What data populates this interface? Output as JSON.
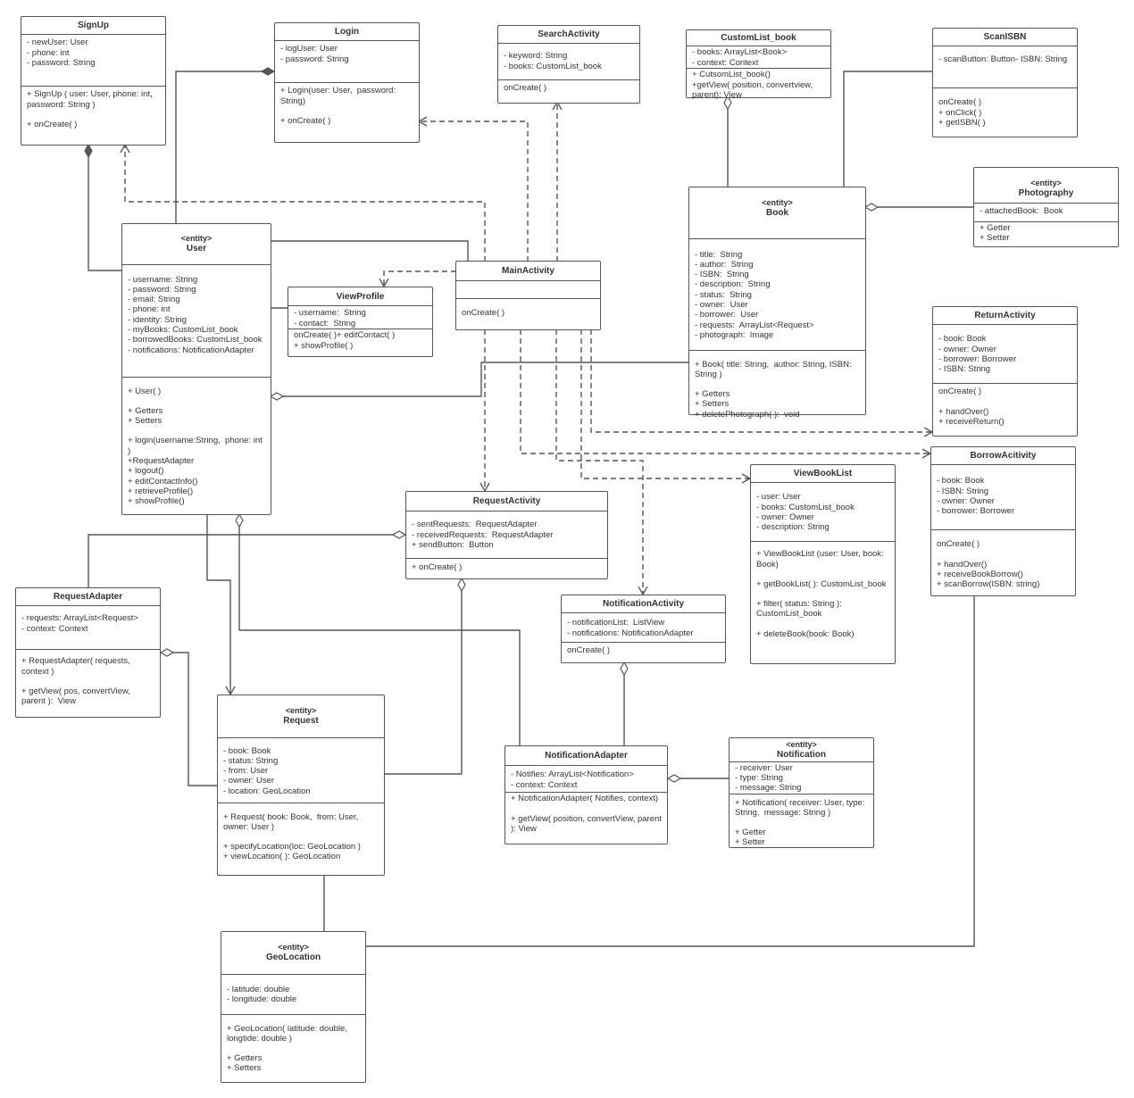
{
  "classes": {
    "signup": {
      "stereotype": "",
      "name": "SignUp",
      "attributes": [
        "- newUser: User",
        "- phone: int",
        "- password: String"
      ],
      "operations": [
        "+ SignUp ( user: User, phone: int, password: String )",
        "",
        "+ onCreate( )"
      ]
    },
    "login": {
      "stereotype": "",
      "name": "Login",
      "attributes": [
        "- logUser: User",
        "- password: String"
      ],
      "operations": [
        "+ Login(user: User,  password: String)",
        "",
        "+ onCreate( )"
      ]
    },
    "search": {
      "stereotype": "",
      "name": "SearchActivity",
      "attributes": [
        "- keyword: String",
        "- books: CustomList_book"
      ],
      "operations": [
        "onCreate( )"
      ]
    },
    "customlist": {
      "stereotype": "",
      "name": "CustomList_book",
      "attributes": [
        "- books: ArrayList<Book>",
        "- context: Context"
      ],
      "operations": [
        "+ CutsomList_book()",
        "+getView( position, convertview, parent): View"
      ]
    },
    "scanisbn": {
      "stereotype": "",
      "name": "ScanISBN",
      "attributes": [
        "- scanButton: Button- ISBN: String"
      ],
      "operations": [
        "onCreate( )",
        "+ onClick( )",
        "+ getISBN( )"
      ]
    },
    "photography": {
      "stereotype": "<entity>",
      "name": "Photography",
      "attributes": [
        "- attachedBook:  Book"
      ],
      "operations": [
        "+ Getter",
        "+ Setter"
      ]
    },
    "user": {
      "stereotype": "<entity>",
      "name": "User",
      "attributes": [
        "- username: String",
        "- password: String",
        "- email: String",
        "- phone: int",
        "- identity: String",
        "- myBooks: CustomList_book",
        "- borrowedBooks: CustomList_book",
        "- notifications: NotificationAdapter"
      ],
      "operations": [
        "+ User( )",
        "",
        "+ Getters",
        "+ Setters",
        "",
        "+ login(username:String,  phone: int )",
        "+RequestAdapter",
        "+ logout()",
        "+ editContactInfo()",
        "+ retrieveProfile()",
        "+ showProfile()"
      ]
    },
    "main": {
      "stereotype": "",
      "name": "MainActivity",
      "attributes": [
        ""
      ],
      "operations": [
        "onCreate( )"
      ]
    },
    "viewprofile": {
      "stereotype": "",
      "name": "ViewProfile",
      "attributes": [
        "- username:  String",
        "- contact:  String"
      ],
      "operations": [
        "onCreate( )+ editContact( )",
        "+ showProfile( )"
      ]
    },
    "book": {
      "stereotype": "<entity>",
      "name": "Book",
      "attributes": [
        "- title:  String",
        "- author:  String",
        "- ISBN:  String",
        "- description:  String",
        "- status:  String",
        "- owner:  User",
        "- borrower:  User",
        "- requests:  ArrayList<Request>",
        "- photograph:  Image"
      ],
      "operations": [
        "+ Book( title: String,  author: String, ISBN: String )",
        "",
        "+ Getters",
        "+ Setters",
        "+ deletePhotograph( ):  void"
      ]
    },
    "return": {
      "stereotype": "",
      "name": "ReturnActivity",
      "attributes": [
        "- book: Book",
        "- owner: Owner",
        "- borrower: Borrower",
        "- ISBN: String"
      ],
      "operations": [
        "onCreate( )",
        "",
        "+ handOver()",
        "+ receiveReturn()"
      ]
    },
    "borrow": {
      "stereotype": "",
      "name": "BorrowAcitivity",
      "attributes": [
        "- book: Book",
        "- ISBN: String",
        "- owner: Owner",
        "- borrower: Borrower"
      ],
      "operations": [
        "onCreate( )",
        "",
        "+ handOver()",
        "+ receiveBookBorrow()",
        "+ scanBorrow(ISBN: string)"
      ]
    },
    "viewbooklist": {
      "stereotype": "",
      "name": "ViewBookList",
      "attributes": [
        "- user: User",
        "- books: CustomList_book",
        "- owner: Owner",
        "- description: String"
      ],
      "operations": [
        "+ ViewBookList (user: User, book: Book)",
        "",
        "+ getBookList( ): CustomList_book",
        "",
        "+ filter( status: String ): CustomList_book",
        "",
        "+ deleteBook(book: Book)"
      ]
    },
    "requestact": {
      "stereotype": "",
      "name": "RequestActivity",
      "attributes": [
        "- sentRequests:  RequestAdapter",
        "- receivedRequests:  RequestAdapter",
        "+ sendButton:  Button"
      ],
      "operations": [
        "+ onCreate( )"
      ]
    },
    "requestadapter": {
      "stereotype": "",
      "name": "RequestAdapter",
      "attributes": [
        "- requests: ArrayList<Request>",
        "- context: Context"
      ],
      "operations": [
        "+ RequestAdapter( requests, context )",
        "",
        "+ getView( pos, convertView, parent ):  View"
      ]
    },
    "notifact": {
      "stereotype": "",
      "name": "NotificationActivity",
      "attributes": [
        "- notificationList:  ListView",
        "- notifications: NotificationAdapter"
      ],
      "operations": [
        "onCreate( )"
      ]
    },
    "request": {
      "stereotype": "<entity>",
      "name": "Request",
      "attributes": [
        "- book: Book",
        "- status: String",
        "- from: User",
        "- owner: User",
        "- location: GeoLocation"
      ],
      "operations": [
        "+ Request( book: Book,  from: User, owner: User )",
        "",
        "+ specifyLocation(loc: GeoLocation )",
        "+ viewLocation( ): GeoLocation"
      ]
    },
    "notifadapter": {
      "stereotype": "",
      "name": "NotificationAdapter",
      "attributes": [
        "- Notifies: ArrayList<Notification>",
        "- context: Context"
      ],
      "operations": [
        "+ NotificationAdapter( Notifies, context)",
        "",
        "+ getView( position, convertView, parent ): View"
      ]
    },
    "notification": {
      "stereotype": "<entity>",
      "name": "Notification",
      "attributes": [
        "- receiver: User",
        "- type: String",
        "- message: String"
      ],
      "operations": [
        "+ Notification( receiver: User, type: String,  message: String )",
        "",
        "+ Getter",
        "+ Setter"
      ]
    },
    "geolocation": {
      "stereotype": "<entity>",
      "name": "GeoLocation",
      "attributes": [
        "- latitude: double",
        "- longitude: double"
      ],
      "operations": [
        "+ GeoLocation( latitude: double, longtide: double )",
        "",
        "+ Getters",
        "+ Setters"
      ]
    }
  },
  "colors": {
    "line": "#555555",
    "text": "#333333",
    "background": "#ffffff"
  }
}
